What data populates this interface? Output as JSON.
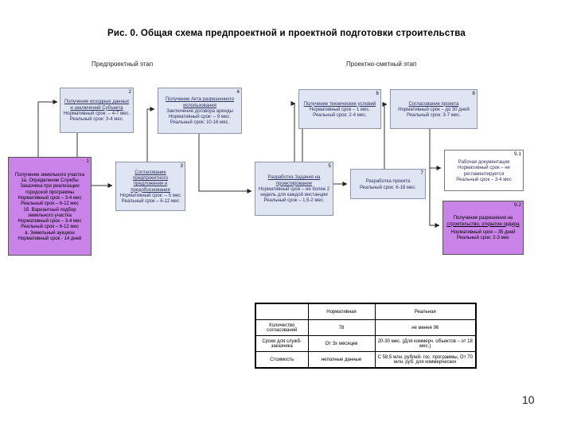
{
  "title": "Рис. 0. Общая схема предпроектной и проектной подготовки строительства",
  "column_headers": {
    "left": "Предпроектный этап",
    "right": "Проектно-сметный этап"
  },
  "colors": {
    "box_light": "#dfe5f3",
    "box_purple": "#c983e9",
    "box_border": "#8d93a8",
    "table_border": "#000000"
  },
  "boxes": {
    "b1": {
      "num": "1",
      "lines": [
        "Получение земельного участка",
        "1а. Определение Службы Заказчика при реализации городской программы",
        "Нормативный срок – 3-4 мес",
        "Реальный срок – 6-12 мес",
        "1б. Вариантный подбор земельного участка",
        "Нормативный срок – 3-4 мес",
        "Реальный срок – 6-12 мес",
        "в. Земельный аукцион",
        "Нормативный срок - 14 дней"
      ]
    },
    "b2": {
      "num": "2",
      "title": "Получение исходных данных и заключений Субъекта",
      "body": [
        "Нормативный срок: – 4-7 мес.",
        "Реальный срок: 3-4 мес."
      ]
    },
    "b3": {
      "num": "3",
      "title": "Согласование предпроектного предложения и предобоснования",
      "body": [
        "Нормативный срок: – 5 мес",
        "Реальный срок – 6-12 мес"
      ]
    },
    "b4": {
      "num": "4",
      "title": "Получение Акта разрешенного использования",
      "body": [
        "Заключение договора аренды",
        "Нормативный срок: – 9 мес.",
        "Реальный срок: 10-16 мес."
      ]
    },
    "b5": {
      "num": "5",
      "title": "Разработка Задания на проектирование",
      "body": [
        "Нормативный срок – не более 2 недель для каждой инстанции",
        "Реальный срок – 1,5-2 мес."
      ]
    },
    "b6": {
      "num": "6",
      "title": "Получение технических условий",
      "body": [
        "Нормативный срок – 1 мес.",
        "Реальный срок: 2-4 мес."
      ]
    },
    "b7": {
      "num": "7",
      "body": [
        "Разработка проекта",
        "Реальный срок: 6-18 мес."
      ]
    },
    "b8": {
      "num": "8",
      "title": "Согласование проекта",
      "body": [
        "Нормативный срок – до 30 дней",
        "Реальный срок: 3-7 мес."
      ]
    },
    "b9_1": {
      "num": "9.1",
      "body": [
        "Рабочая документация",
        "Нормативный срок – не регламентируется",
        "Реальный срок – 3-4 мес"
      ]
    },
    "b9_2": {
      "num": "9.2",
      "line_plain": "Получение разрешения на",
      "line_underlined": "строительство, открытие ордера",
      "body": [
        "Нормативный срок – 35 дней",
        "Реальный срок: 2-3 мес"
      ]
    }
  },
  "table": {
    "headers": [
      "",
      "Нормативная",
      "Реальная"
    ],
    "rows": [
      [
        "Количество согласований",
        "78",
        "не менее 96"
      ],
      [
        "Сроки для служб-заказчика",
        "От 3х месяцев",
        "20-30 мес. (Для коммерч. объектов – от 18 мес.)"
      ],
      [
        "Стоимость",
        "неполные данные",
        "С 58,5 млн. рублей- гос. программы, От 70 млн. руб. для коммерческих"
      ]
    ]
  },
  "page_number": "10"
}
